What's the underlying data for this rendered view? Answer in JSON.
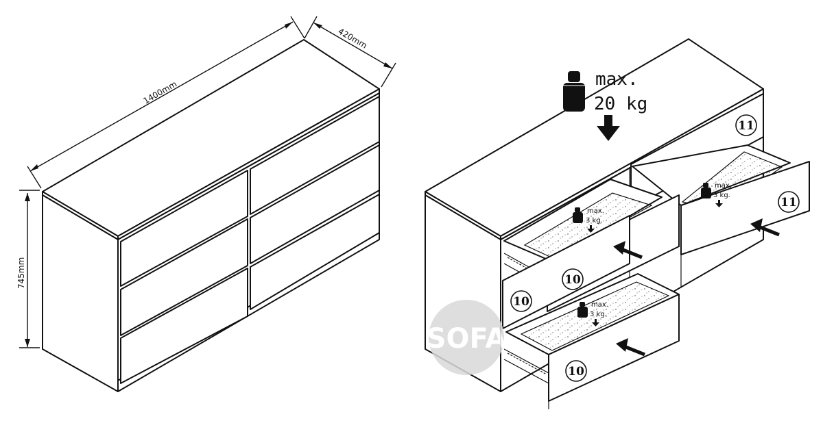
{
  "dimensions": {
    "width": "1400mm",
    "depth": "420mm",
    "height": "745mm"
  },
  "load_limits": {
    "top_max": "max.",
    "top_weight": "20 kg",
    "drawer_max": "max.",
    "drawer_weight": "3 kg."
  },
  "callouts": {
    "drawer_part": "10",
    "top_drawer_part": "11"
  },
  "watermark": {
    "text": "SOFA"
  },
  "colors": {
    "line": "#111111",
    "watermark_circle": "#d9d9d9"
  }
}
